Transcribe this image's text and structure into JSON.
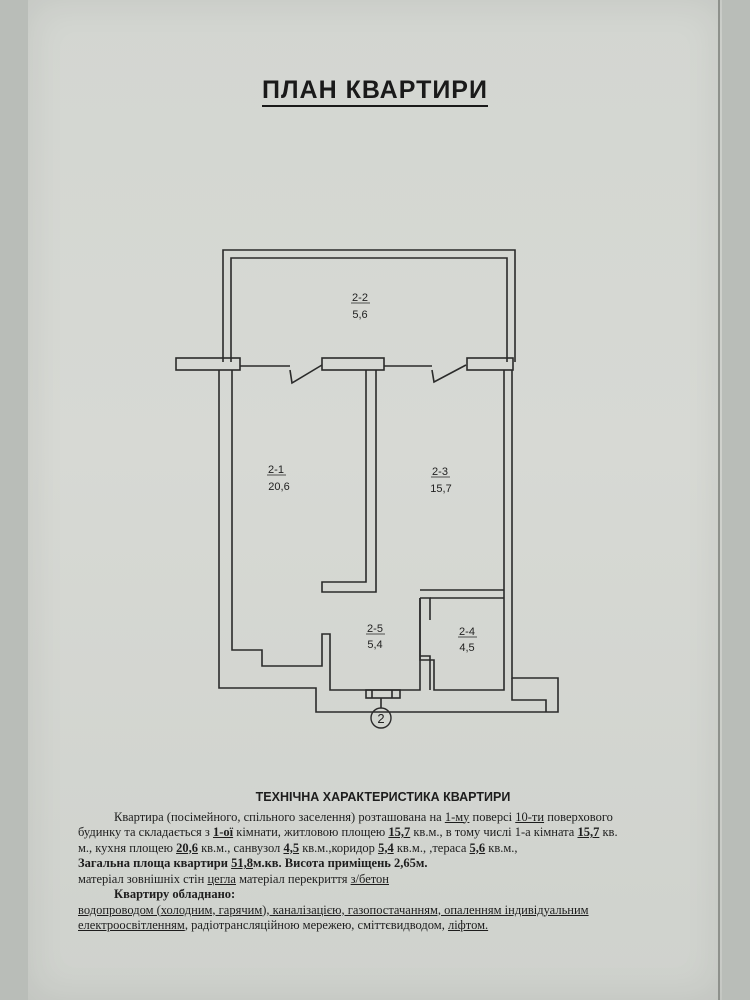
{
  "document": {
    "title": "ПЛАН КВАРТИРИ"
  },
  "rooms": [
    {
      "id": "2-2",
      "area": "5,6"
    },
    {
      "id": "2-1",
      "area": "20,6"
    },
    {
      "id": "2-3",
      "area": "15,7"
    },
    {
      "id": "2-5",
      "area": "5,4"
    },
    {
      "id": "2-4",
      "area": "4,5"
    }
  ],
  "entrance_marker": "2",
  "tech": {
    "heading": "ТЕХНІЧНА ХАРАКТЕРИСТИКА КВАРТИРИ",
    "l1_a": "Квартира (посімейного, спільного заселення) розташована на ",
    "l1_floor": "1-му",
    "l1_b": " поверсі ",
    "l1_floors": "10-ти",
    "l1_c": " поверхового",
    "l2_a": "будинку та складається з ",
    "l2_rooms": "1-ої",
    "l2_b": " кімнати, житловою площею ",
    "l2_living": "15,7",
    "l2_c": " кв.м., в тому числі 1-а кімната ",
    "l2_room1": "15,7",
    "l2_d": " кв.",
    "l3_a": "м., кухня площею ",
    "l3_kitchen": "20,6",
    "l3_b": "  кв.м.,  санвузол  ",
    "l3_bath": "4,5",
    "l3_c": " кв.м.,коридор ",
    "l3_corridor": "5,4",
    "l3_d": " кв.м.,  ,тераса ",
    "l3_terrace": "5,6",
    "l3_e": " кв.м.,",
    "l4_a": "Загальна площа квартири  ",
    "l4_total": "51,8",
    "l4_b": "м.кв. Висота приміщень 2,65м.",
    "l5_a": "матеріал зовнішніх стін ",
    "l5_wall": "цегла",
    "l5_b": "  матеріал перекриття  ",
    "l5_floor": "з/бетон",
    "l6": "Квартиру обладнано:",
    "l7": "водопроводом (холодним, гарячим), каналізацією, газопостачанням, опаленням індивідуальним",
    "l8_a": "електроосвітленням",
    "l8_b": ", радіотрансляційною мережею, сміттєвидводом, ",
    "l8_c": "ліфтом."
  }
}
